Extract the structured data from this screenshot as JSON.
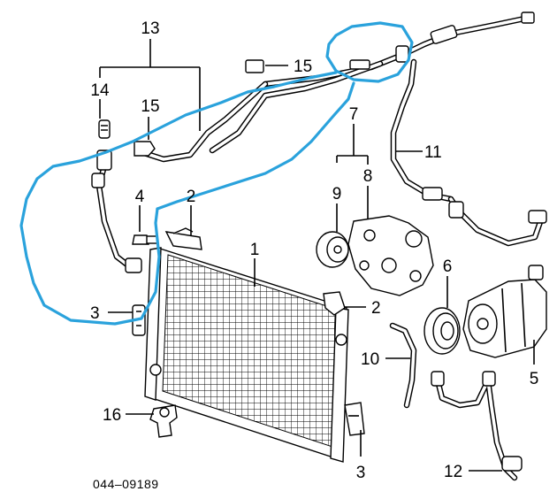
{
  "diagram": {
    "part_number": "044–09189",
    "annotation_color": "#2aa2dc",
    "callouts": {
      "c1": "1",
      "c2a": "2",
      "c2b": "2",
      "c3a": "3",
      "c3b": "3",
      "c4": "4",
      "c5": "5",
      "c6": "6",
      "c7": "7",
      "c8": "8",
      "c9": "9",
      "c10": "10",
      "c11": "11",
      "c12": "12",
      "c13": "13",
      "c14": "14",
      "c15a": "15",
      "c15b": "15",
      "c16": "16"
    }
  }
}
